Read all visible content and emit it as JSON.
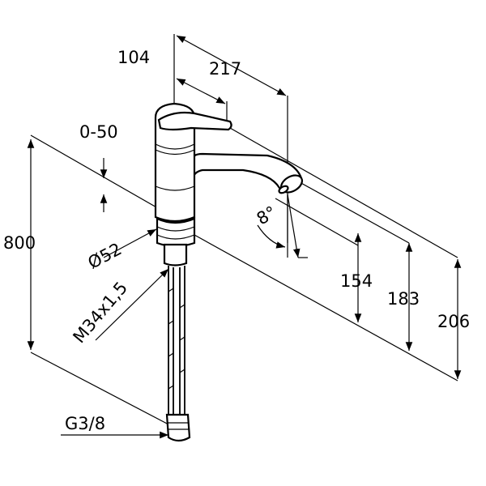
{
  "title": "Faucet dimension drawing",
  "dimensions": {
    "reach_lever": "104",
    "reach_spout": "217",
    "mount_thickness": "0-50",
    "base_diameter": "Ø52",
    "hose_length": "800",
    "thread": "M34x1,5",
    "spout_angle": "8°",
    "spout_height": "154",
    "height_183": "183",
    "total_height": "206",
    "connection": "G3/8"
  },
  "colors": {
    "line": "#000000",
    "background": "#ffffff"
  }
}
